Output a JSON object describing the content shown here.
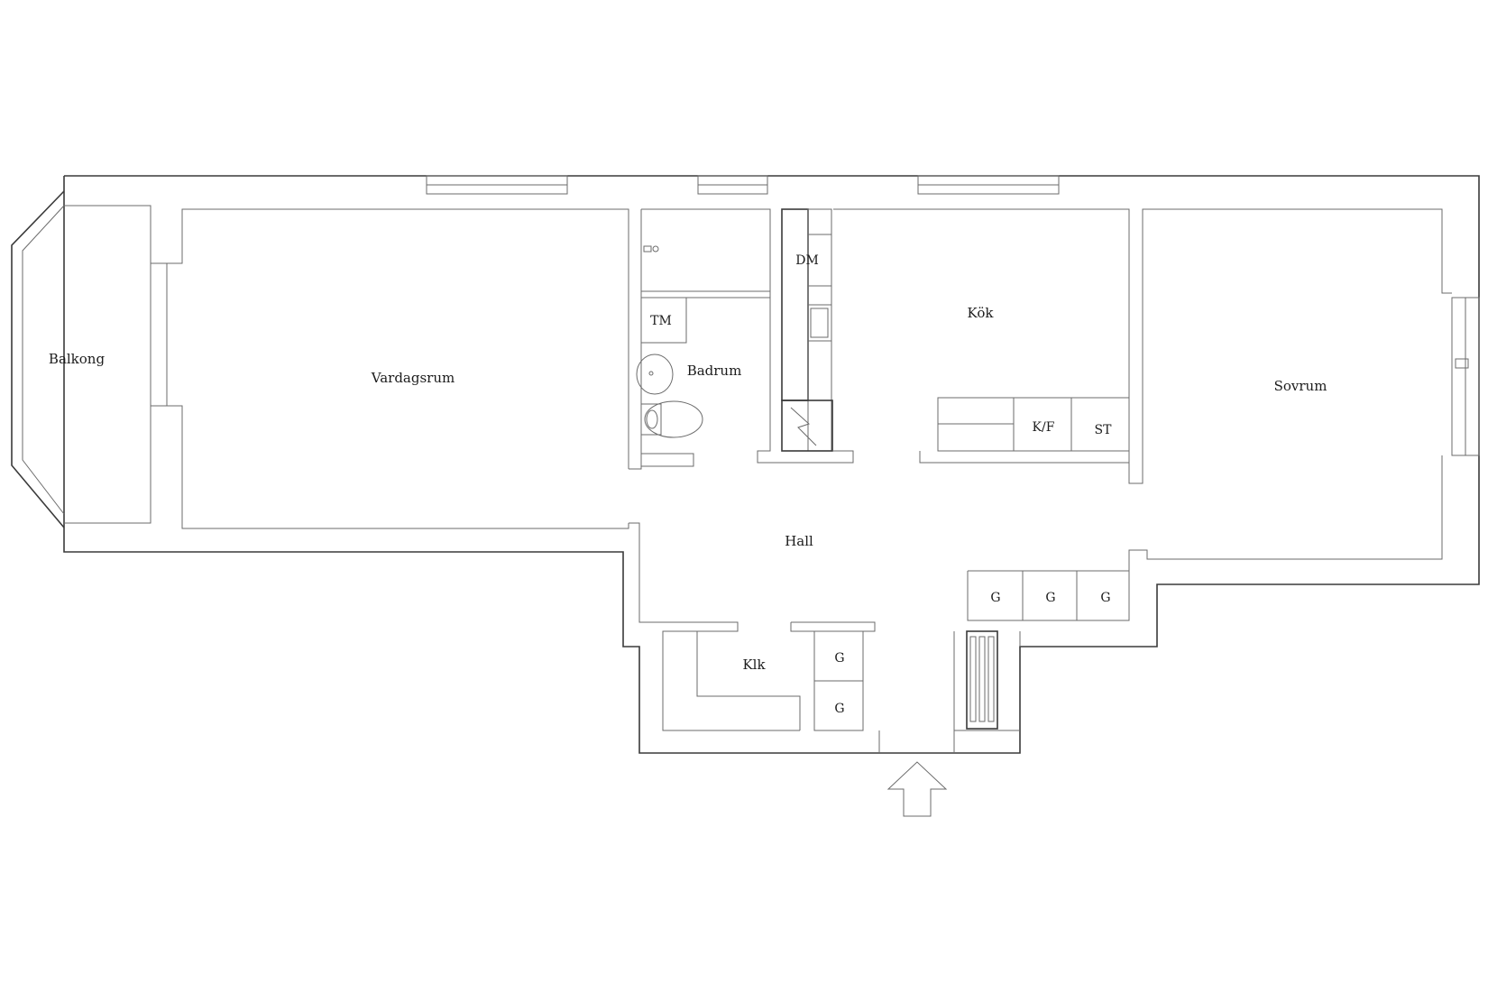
{
  "rooms": {
    "balkong": "Balkong",
    "vardagsrum": "Vardagsrum",
    "badrum": "Badrum",
    "kok": "Kök",
    "sovrum": "Sovrum",
    "hall": "Hall",
    "klk": "Klk"
  },
  "fixtures": {
    "tm": "TM",
    "dm": "DM",
    "kf": "K/F",
    "st": "ST",
    "g": "G"
  },
  "colors": {
    "wall": "#3a3a3a",
    "thin_line": "#6b6b6b",
    "background": "#ffffff"
  }
}
